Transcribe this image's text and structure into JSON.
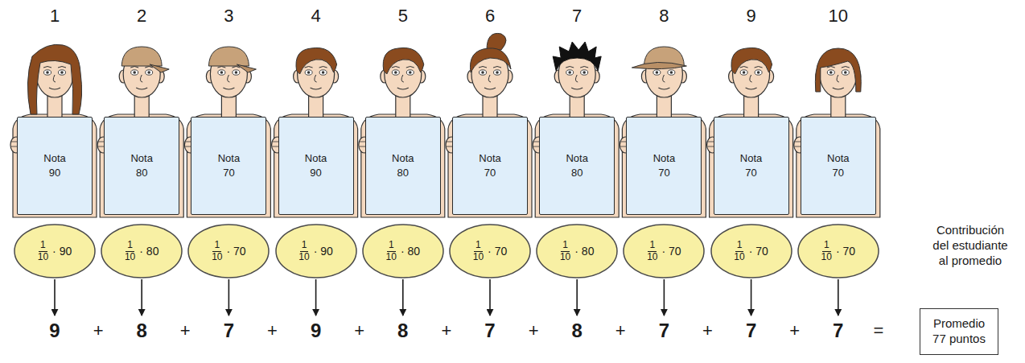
{
  "diagram": {
    "nodes": [
      {
        "text": [
          "Nota 90"
        ]
      },
      {
        "text": [
          "Nota 80"
        ]
      },
      {
        "text": [
          "Nota 70"
        ]
      },
      {
        "text": [
          "Nota 90"
        ]
      },
      {
        "text": [
          "Nota 80"
        ]
      },
      {
        "text": [
          "Nota 70"
        ]
      },
      {
        "text": [
          "Nota 80"
        ]
      },
      {
        "text": [
          "Nota 70"
        ]
      },
      {
        "text": [
          "Nota 70"
        ]
      },
      {
        "text": [
          "Nota 70"
        ]
      },
      {
        "text": [
          "1",
          "10",
          "· 90"
        ]
      },
      {
        "text": [
          "1",
          "10",
          "· 80"
        ]
      },
      {
        "text": [
          "1",
          "10",
          "· 70"
        ]
      },
      {
        "text": [
          "1",
          "10",
          "· 90"
        ]
      },
      {
        "text": [
          "1",
          "10",
          "· 80"
        ]
      },
      {
        "text": [
          "1",
          "10",
          "· 70"
        ]
      },
      {
        "text": [
          "1",
          "10",
          "· 80"
        ]
      },
      {
        "text": [
          "1",
          "10",
          "· 70"
        ]
      },
      {
        "text": [
          "1",
          "10",
          "· 70"
        ]
      },
      {
        "text": [
          "1",
          "10",
          "· 70"
        ]
      },
      {
        "text": [
          "9"
        ]
      },
      {
        "text": [
          "8"
        ]
      },
      {
        "text": [
          "7"
        ]
      },
      {
        "text": [
          "9"
        ]
      },
      {
        "text": [
          "8"
        ]
      },
      {
        "text": [
          "7"
        ]
      },
      {
        "text": [
          "8"
        ]
      },
      {
        "text": [
          "7"
        ]
      },
      {
        "text": [
          "7"
        ]
      },
      {
        "text": [
          "7"
        ]
      },
      {
        "text": [
          "Promedio 77 puntos"
        ]
      }
    ],
    "edges": [
      {
        "from": 10,
        "to": 20,
        "arrow": "to"
      },
      {
        "from": 11,
        "to": 21,
        "arrow": "to"
      },
      {
        "from": 12,
        "to": 22,
        "arrow": "to"
      },
      {
        "from": 13,
        "to": 23,
        "arrow": "to"
      },
      {
        "from": 14,
        "to": 24,
        "arrow": "to"
      },
      {
        "from": 15,
        "to": 25,
        "arrow": "to"
      },
      {
        "from": 16,
        "to": 26,
        "arrow": "to"
      },
      {
        "from": 17,
        "to": 27,
        "arrow": "to"
      },
      {
        "from": 18,
        "to": 28,
        "arrow": "to"
      },
      {
        "from": 19,
        "to": 29,
        "arrow": "to"
      }
    ],
    "labels": [
      "1",
      "2",
      "3",
      "4",
      "5",
      "6",
      "7",
      "8",
      "9",
      "10",
      "+",
      "+",
      "+",
      "+",
      "+",
      "+",
      "+",
      "+",
      "+",
      "=",
      "Contribución del estudiante al promedio"
    ]
  }
}
